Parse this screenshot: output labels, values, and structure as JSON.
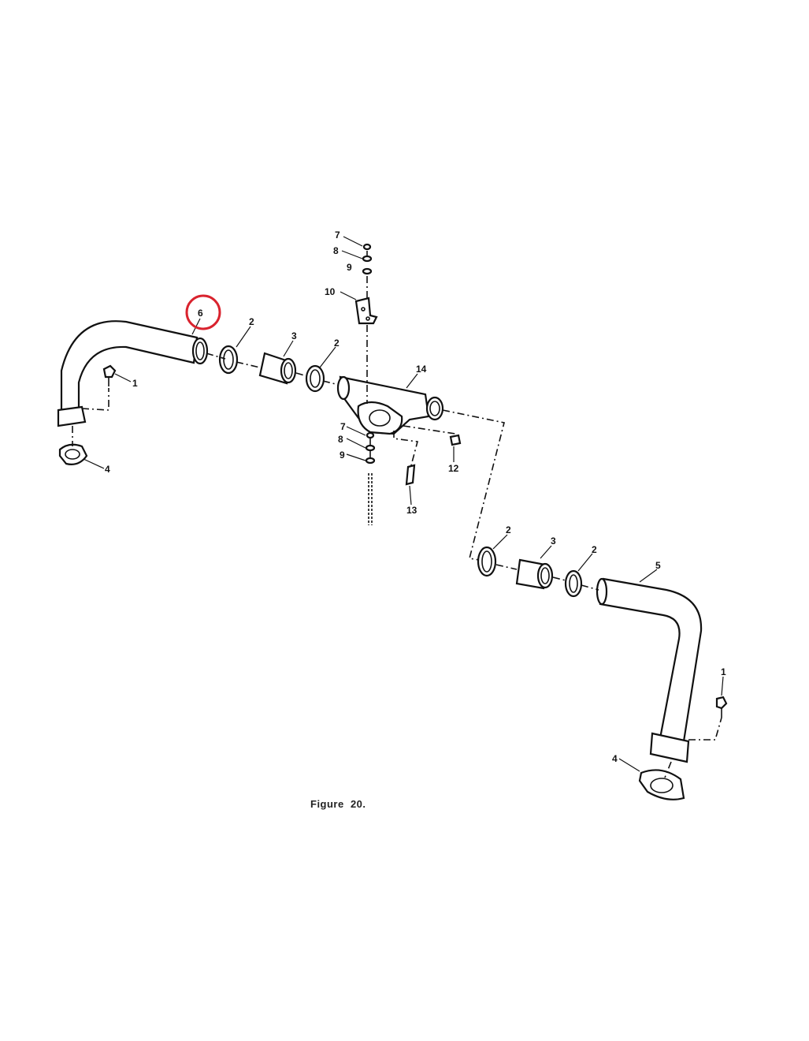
{
  "figure": {
    "caption": "Figure  20.",
    "highlight_color": "#d9232e",
    "highlighted_callout": "6"
  },
  "callouts": {
    "c6": "6",
    "c2a": "2",
    "c3a": "3",
    "c2b": "2",
    "c14": "14",
    "c1a": "1",
    "c4a": "4",
    "c7a": "7",
    "c8a": "8",
    "c9a": "9",
    "c10": "10",
    "c7b": "7",
    "c8b": "8",
    "c9b": "9",
    "c12": "12",
    "c13": "13",
    "c2c": "2",
    "c3b": "3",
    "c2d": "2",
    "c5": "5",
    "c1b": "1",
    "c4b": "4"
  }
}
